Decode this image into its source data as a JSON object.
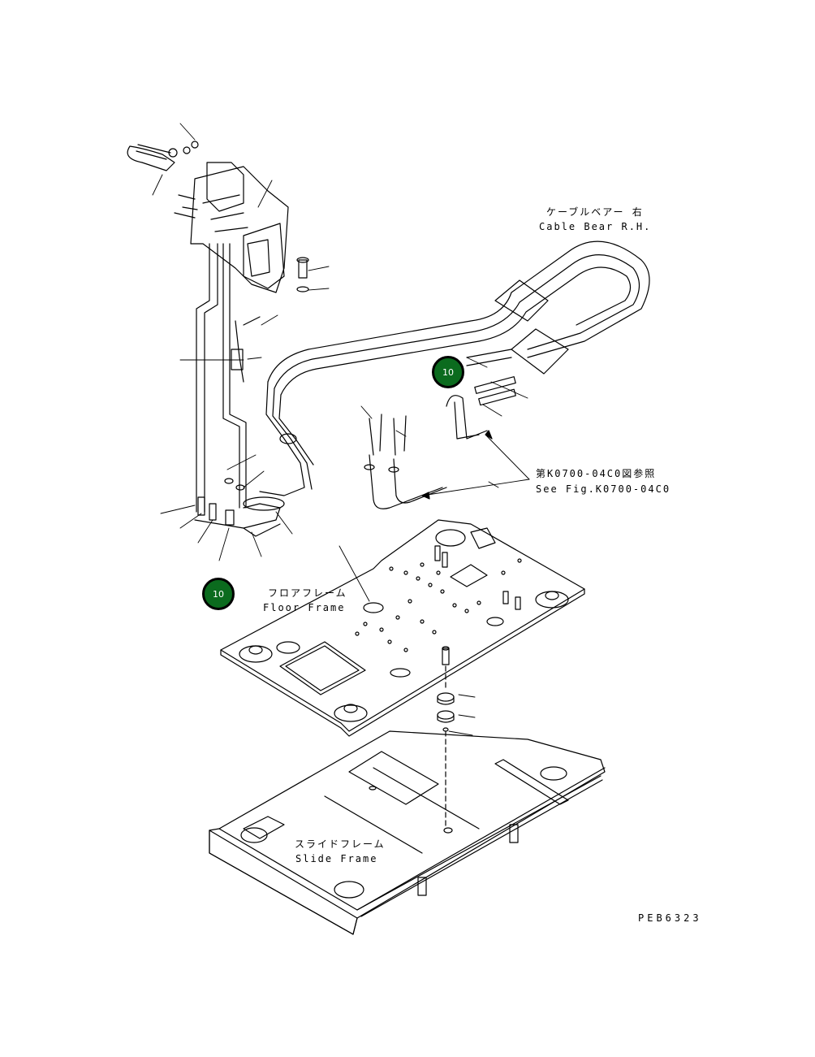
{
  "labels": {
    "cable_bear_jp": "ケーブルベアー 右",
    "cable_bear_en": "Cable Bear R.H.",
    "see_fig_jp": "第K0700-04C0図参照",
    "see_fig_en": "See Fig.K0700-04C0",
    "floor_frame_jp": "フロアフレーム",
    "floor_frame_en": "Floor Frame",
    "slide_frame_jp": "スライドフレーム",
    "slide_frame_en": "Slide Frame",
    "drawing_code": "PEB6323"
  },
  "callouts": [
    {
      "number": "10",
      "color": "#0b6b1e"
    },
    {
      "number": "10",
      "color": "#0b6b1e"
    }
  ]
}
